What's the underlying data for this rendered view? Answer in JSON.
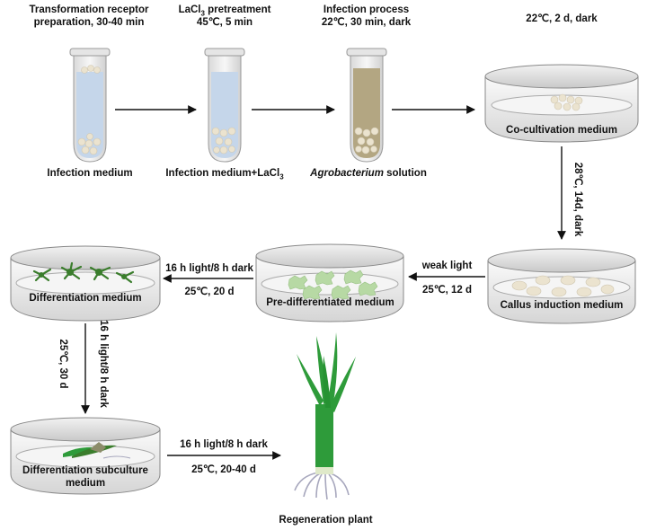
{
  "steps": {
    "receptor": {
      "title": "Transformation receptor preparation, 30-40 min",
      "medium": "Infection medium"
    },
    "lacl3": {
      "title_prefix": "LaCl",
      "title_sub": "3",
      "title_suffix": " pretreatment",
      "detail": "45℃, 5 min",
      "medium_prefix": "Infection medium+LaCl",
      "medium_sub": "3"
    },
    "infection": {
      "title": "Infection process",
      "detail": "22℃, 30 min, dark",
      "medium_italic": "Agrobacterium",
      "medium_rest": " solution"
    },
    "cocultivation": {
      "condition": "22℃, 2 d, dark",
      "medium": "Co-cultivation medium"
    },
    "callus": {
      "condition_vertical": "28℃, 14d, dark",
      "medium": "Callus induction medium"
    },
    "predifferentiated": {
      "arrow_top": "weak light",
      "arrow_bottom": "25℃, 12 d",
      "medium": "Pre-differentiated medium"
    },
    "differentiation": {
      "arrow_top": "16 h light/8 h dark",
      "arrow_bottom": "25℃, 20 d",
      "medium": "Differentiation medium"
    },
    "subculture": {
      "vertical_1": "16 h light/8 h dark",
      "vertical_2": "25℃, 30 d",
      "medium": "Differentiation subculture medium"
    },
    "regeneration": {
      "arrow_top": "16 h light/8 h dark",
      "arrow_bottom": "25℃, 20-40 d",
      "plant": "Regeneration plant"
    }
  },
  "colors": {
    "medium_blue": "#c5d6ea",
    "agrobacterium": "#b3a682",
    "callus": "#ebe3cf",
    "pre_diff": "#b7d9a4",
    "shoot_green": "#2e9b3a",
    "dark_green": "#3a7d2c",
    "root": "#a7a7bd"
  }
}
